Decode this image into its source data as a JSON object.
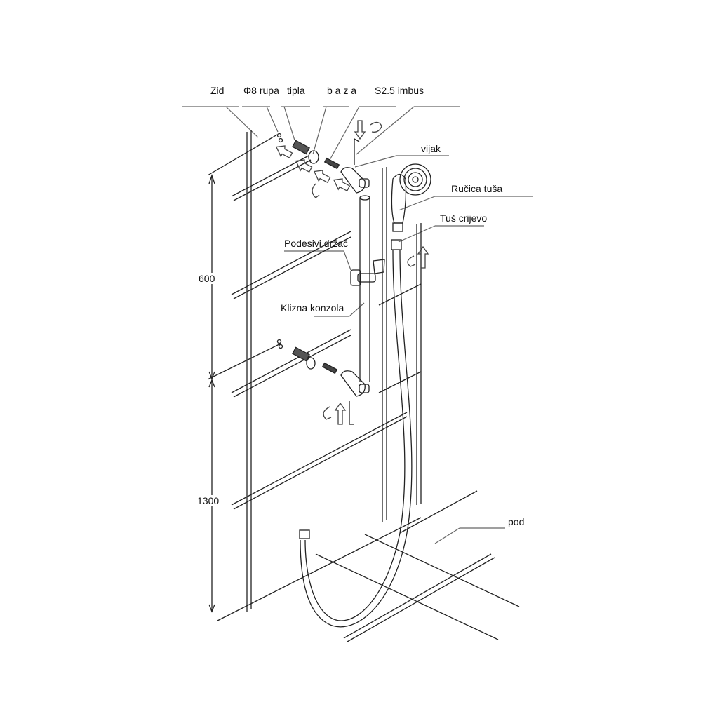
{
  "labels": {
    "zid": "Zid",
    "rupa": "Φ8 rupa",
    "tipla": "tipla",
    "baza": "b a z a",
    "imbus": "S2.5  imbus",
    "vijak": "vijak",
    "rucica": "Ručica tuša",
    "crijevo": "Tuš crijevo",
    "drzac": "Podesivi držač",
    "konzola": "Klizna konzola",
    "pod": "pod"
  },
  "dimensions": {
    "upper": "600",
    "lower": "1300"
  },
  "colors": {
    "line": "#222222",
    "leader": "#555555"
  }
}
